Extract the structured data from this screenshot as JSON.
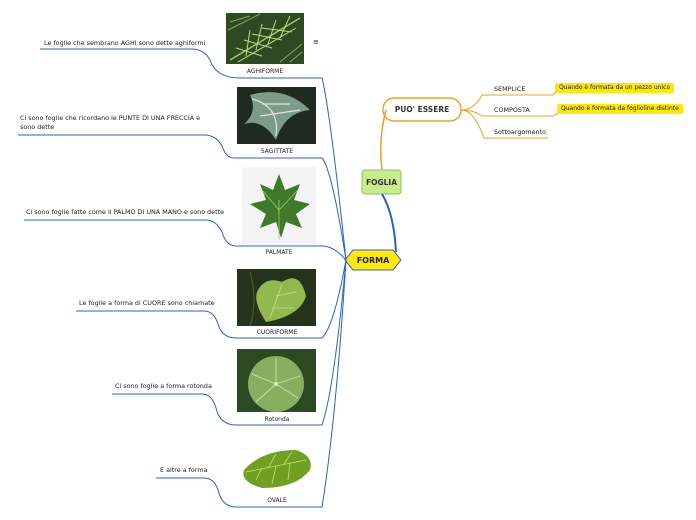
{
  "center": {
    "label": "FORMA"
  },
  "parent": {
    "label": "FOGLIA"
  },
  "branch": {
    "label": "PUO' ESSERE"
  },
  "branch_items": [
    {
      "label": "SEMPLICE",
      "note": "Quando è formata da un pezzo unico"
    },
    {
      "label": "COMPOSTA",
      "note": "Quando è formata da foglioline distinte"
    },
    {
      "label": "Sottoargomento",
      "note": ""
    }
  ],
  "shapes": [
    {
      "caption": "AGHIFORME",
      "text": "Le foglie che sembrano AGHI sono dette aghiformi",
      "menu_icon": "≡"
    },
    {
      "caption": "SAGITTATE",
      "text": "Ci sono foglie che ricordano le PUNTE DI UNA FRECCIA e sono dette"
    },
    {
      "caption": "PALMATE",
      "text": "Ci sono foglie fatte come il PALMO DI UNA MANO e sono dette"
    },
    {
      "caption": "CUORIFORME",
      "text": "Le foglie a forma di  CUORE sono chiamate"
    },
    {
      "caption": "Rotonda",
      "text": "Ci sono foglie a forma rotonda"
    },
    {
      "caption": "OVALE",
      "text": "E altre a forma"
    }
  ],
  "colors": {
    "line_blue": "#2a5fd4",
    "line_orange": "#f0a020",
    "center_fill": "#ffe80a",
    "parent_fill": "#c9ec8c",
    "branch_border": "#f0a020",
    "note_fill": "#fde80a"
  }
}
